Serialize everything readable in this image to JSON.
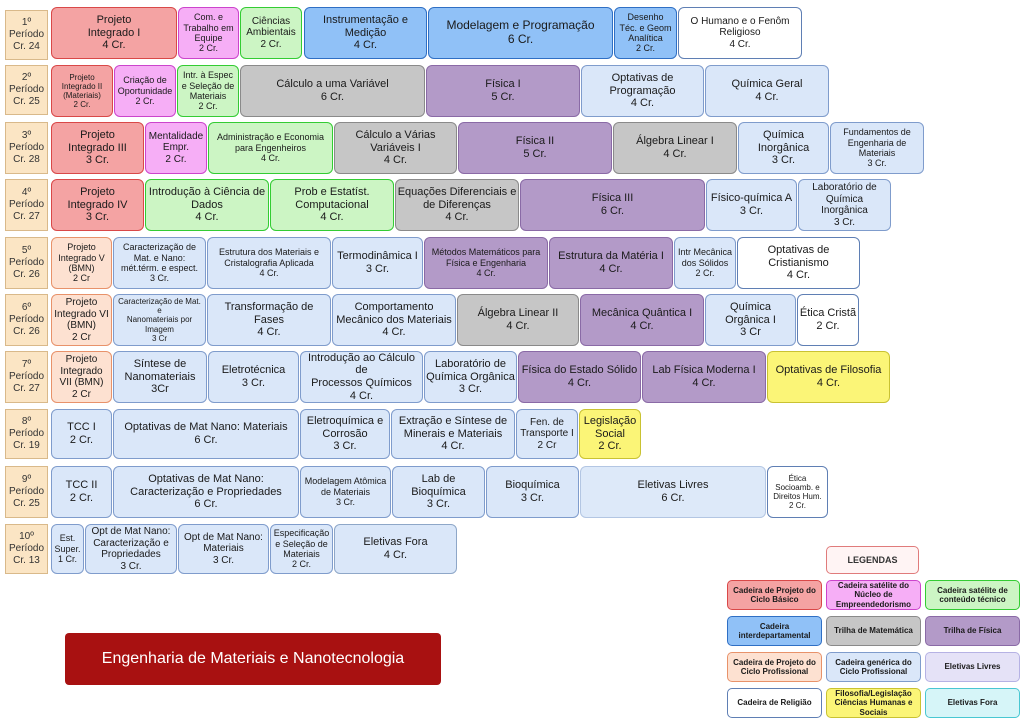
{
  "course_title": "Engenharia de Materiais e Nanotecnologia",
  "periods": [
    "1º\nPeríodo\nCr. 24",
    "2º\nPeríodo\nCr. 25",
    "3º\nPeríodo\nCr. 28",
    "4º\nPeríodo\nCr. 27",
    "5º\nPeríodo\nCr. 26",
    "6º\nPeríodo\nCr. 26",
    "7º\nPeríodo\nCr. 27",
    "8º\nPeríodo\nCr. 19",
    "9º\nPeríodo\nCr. 25",
    "10º\nPeríodo\nCr. 13"
  ],
  "courses": [
    [
      "Projeto\nIntegrado I\n4 Cr.",
      "Com. e\nTrabalho em\nEquipe\n2 Cr.",
      "Ciências\nAmbientais\n2 Cr.",
      "Instrumentação e\nMedição\n4 Cr.",
      "Modelagem e Programação\n6 Cr.",
      "Desenho\nTéc. e Geom\nAnalítica\n2 Cr.",
      "O Humano e o Fenôm\nReligioso\n4 Cr."
    ],
    [
      "Projeto\nIntegrado II\n(Materiais)\n2 Cr.",
      "Criação de\nOportunidade\n2 Cr.",
      "Intr. à Espec\ne Seleção de\nMateriais\n2 Cr.",
      "Cálculo a uma Variável\n6 Cr.",
      "Física I\n5 Cr.",
      "Optativas de\nProgramação\n4 Cr.",
      "Química Geral\n4 Cr."
    ],
    [
      "Projeto\nIntegrado III\n3 Cr.",
      "Mentalidade\nEmpr.\n2 Cr.",
      "Administração e Economia\npara Engenheiros\n4 Cr.",
      "Cálculo a Várias\nVariáveis I\n4 Cr.",
      "Física II\n5 Cr.",
      "Álgebra Linear I\n4 Cr.",
      "Química\nInorgânica\n3 Cr.",
      "Fundamentos de\nEngenharia de\nMateriais\n3 Cr."
    ],
    [
      "Projeto\nIntegrado IV\n3 Cr.",
      "Introdução à Ciência de\nDados\n4 Cr.",
      "Prob e Estatíst.\nComputacional\n4 Cr.",
      "Equações Diferenciais e\nde Diferenças\n4 Cr.",
      "Física III\n6 Cr.",
      "Físico-química A\n3 Cr.",
      "Laboratório de\nQuímica\nInorgânica\n3 Cr."
    ],
    [
      "Projeto\nIntegrado V\n(BMN)\n2 Cr",
      "Caracterização de\nMat. e Nano:\nmét.térm. e espect.\n3 Cr.",
      "Estrutura dos Materiais e\nCristalografia Aplicada\n4 Cr.",
      "Termodinâmica I\n3 Cr.",
      "Métodos Matemáticos para\nFísica e Engenharia\n4 Cr.",
      "Estrutura da Matéria I\n4 Cr.",
      "Intr Mecânica\ndos Sólidos\n2 Cr.",
      "Optativas de\nCristianismo\n4 Cr."
    ],
    [
      "Projeto\nIntegrado VI\n(BMN)\n2 Cr",
      "Caracterização de Mat. e\nNanomateriais por\nImagem\n3 Cr",
      "Transformação de Fases\n4 Cr.",
      "Comportamento\nMecânico dos Materiais\n4 Cr.",
      "Álgebra Linear II\n4 Cr.",
      "Mecânica Quântica I\n4 Cr.",
      "Química\nOrgânica I\n3 Cr",
      "Ética Cristã\n2 Cr."
    ],
    [
      "Projeto\nIntegrado\nVII (BMN)\n2 Cr",
      "Síntese de\nNanomateriais\n3Cr",
      "Eletrotécnica\n3 Cr.",
      "Introdução ao Cálculo de\nProcessos Químicos\n4 Cr.",
      "Laboratório de\nQuímica Orgânica\n3 Cr.",
      "Física do Estado Sólido\n4 Cr.",
      "Lab Física Moderna I\n4 Cr.",
      "Optativas de Filosofia\n4 Cr."
    ],
    [
      "TCC I\n2 Cr.",
      "Optativas de Mat Nano: Materiais\n6 Cr.",
      "Eletroquímica e\nCorrosão\n3 Cr.",
      "Extração e Síntese de\nMinerais e Materiais\n4 Cr.",
      "Fen. de\nTransporte I\n2 Cr",
      "Legislação\nSocial\n2 Cr."
    ],
    [
      "TCC II\n2 Cr.",
      "Optativas de Mat Nano:\nCaracterização e Propriedades\n6 Cr.",
      "Modelagem Atômica\nde Materiais\n3 Cr.",
      "Lab de Bioquímica\n3 Cr.",
      "Bioquímica\n3 Cr.",
      "Eletivas Livres\n6 Cr.",
      "Ética\nSocioamb. e\nDireitos Hum.\n2 Cr."
    ],
    [
      "Est.\nSuper.\n1 Cr.",
      "Opt de Mat Nano:\nCaracterização e\nPropriedades\n3 Cr.",
      "Opt de Mat Nano:\nMateriais\n3 Cr.",
      "Especificação\ne Seleção de\nMateriais\n2 Cr.",
      "Eletivas Fora\n4 Cr."
    ]
  ],
  "legend": {
    "title": "LEGENDAS",
    "items": [
      "Cadeira de Projeto do Ciclo Básico",
      "Cadeira satélite do Núcleo de Empreendedorismo",
      "Cadeira satélite de conteúdo técnico",
      "Cadeira interdepartamental",
      "Trilha de Matemática",
      "Trilha de Física",
      "Cadeira de Projeto do Ciclo Profissional",
      "Cadeira genérica do Ciclo Profissional",
      "Eletivas Livres",
      "Cadeira de Religião",
      "Filosofia/Legislação Ciências Humanas e Sociais",
      "Eletivas Fora"
    ]
  }
}
